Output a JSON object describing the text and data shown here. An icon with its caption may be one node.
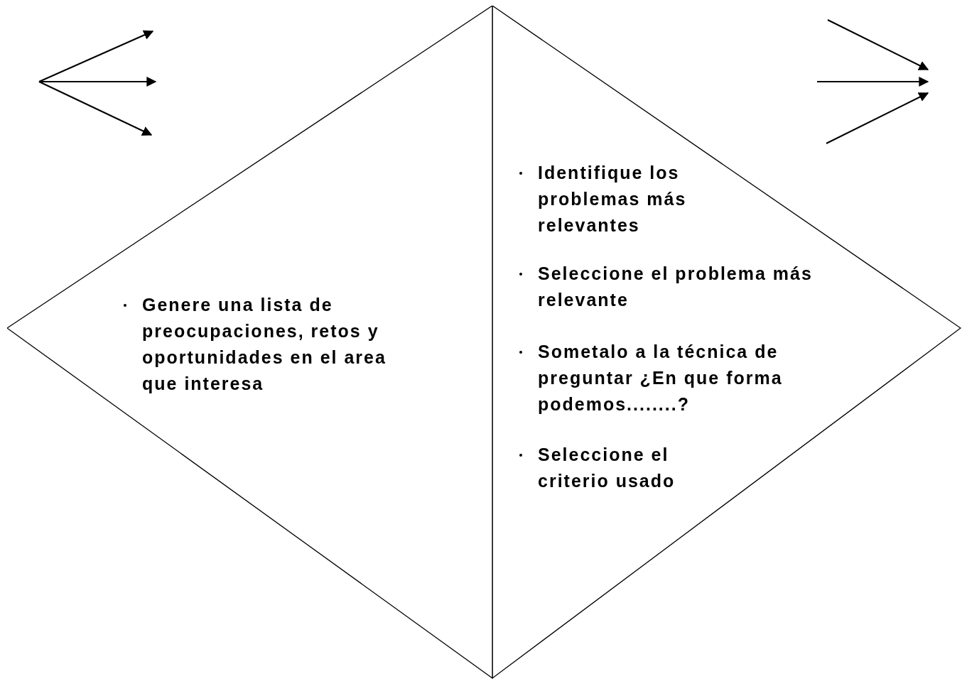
{
  "diagram": {
    "nodes": [
      {
        "text": [
          "Genere una lista de preocupaciones, retos y oportunidades en el area que interesa"
        ]
      },
      {
        "text": [
          "Identifique los problemas más relevantes",
          "Seleccione el problema más relevante",
          "Sometalo a la técnica de preguntar ¿En que forma podemos........?",
          "Seleccione el criterio usado"
        ]
      }
    ]
  }
}
